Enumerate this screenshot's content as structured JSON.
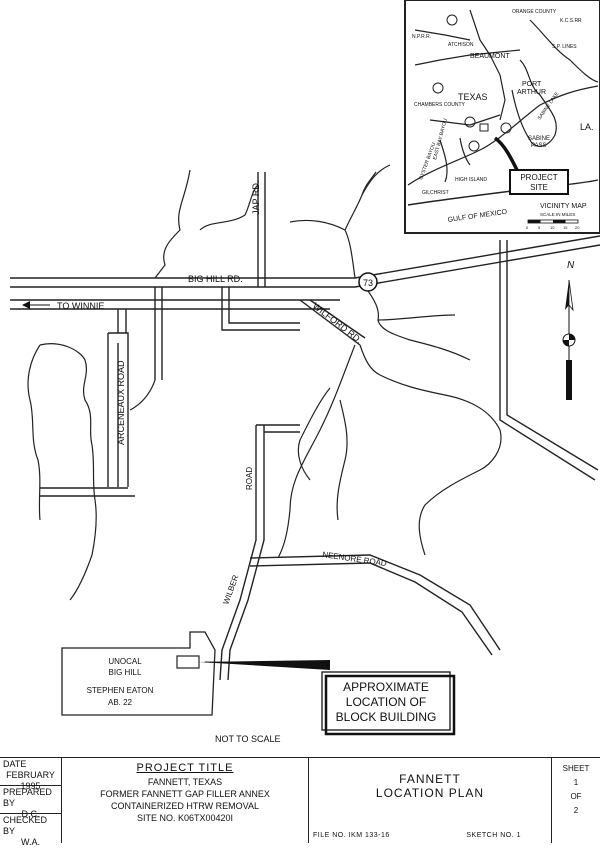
{
  "map": {
    "roads": {
      "jap": "JAP RD.",
      "big_hill": "BIG HILL RD.",
      "to_winnie": "TO WINNIE",
      "highway_73": "73",
      "wilford": "WILFORD RD.",
      "arceneaux": "ARCENEAUX ROAD",
      "road_label": "ROAD",
      "wilber": "WILBER",
      "neenore": "NEENORE ROAD"
    },
    "property": {
      "line1": "UNOCAL",
      "line2": "BIG HILL",
      "line3": "STEPHEN EATON",
      "line4": "AB. 22"
    },
    "callout": {
      "line1": "APPROXIMATE",
      "line2": "LOCATION OF",
      "line3": "BLOCK BUILDING"
    },
    "not_to_scale": "NOT TO SCALE",
    "north": "N"
  },
  "vicinity_map": {
    "title": "VICINITY MAP",
    "scale_label": "SCALE IN MILES",
    "scale_ticks": [
      "0",
      "5",
      "10",
      "15",
      "20"
    ],
    "project_site_line1": "PROJECT",
    "project_site_line2": "SITE",
    "places": {
      "beaumont": "BEAUMONT",
      "texas": "TEXAS",
      "port": "PORT",
      "arthur": "ARTHUR",
      "la": "LA.",
      "gulf": "GULF OF MEXICO",
      "sabine": "SABINE",
      "pass": "PASS",
      "orange": "ORANGE COUNTY",
      "chambers": "CHAMBERS COUNTY",
      "high_island": "HIGH ISLAND",
      "gilchrist": "GILCHRIST",
      "east_bay": "EAST BAY BAYOU",
      "oyster": "OYSTER BAYOU",
      "sabine_lake": "SABINE LAKE",
      "npm": "N.P.R.R.",
      "sp_lines": "S.P. LINES",
      "ksr": "K.C.S.RR",
      "atchison": "ATCHISON"
    }
  },
  "title_block": {
    "date_label": "DATE",
    "date_value": "FEBRUARY 1995",
    "prepared_label": "PREPARED BY",
    "prepared_value": "D.C.",
    "checked_label": "CHECKED BY",
    "checked_value": "W.A.",
    "project_title_label": "PROJECT TITLE",
    "project_line1": "FANNETT, TEXAS",
    "project_line2": "FORMER FANNETT GAP FILLER ANNEX",
    "project_line3": "CONTAINERIZED HTRW REMOVAL",
    "project_line4": "SITE NO. K06TX00420I",
    "plan_line1": "FANNETT",
    "plan_line2": "LOCATION PLAN",
    "file_no": "FILE NO. IKM 133-16",
    "sketch_no": "SKETCH NO. 1",
    "sheet_label": "SHEET",
    "sheet_num": "1",
    "sheet_of": "OF",
    "sheet_total": "2"
  }
}
